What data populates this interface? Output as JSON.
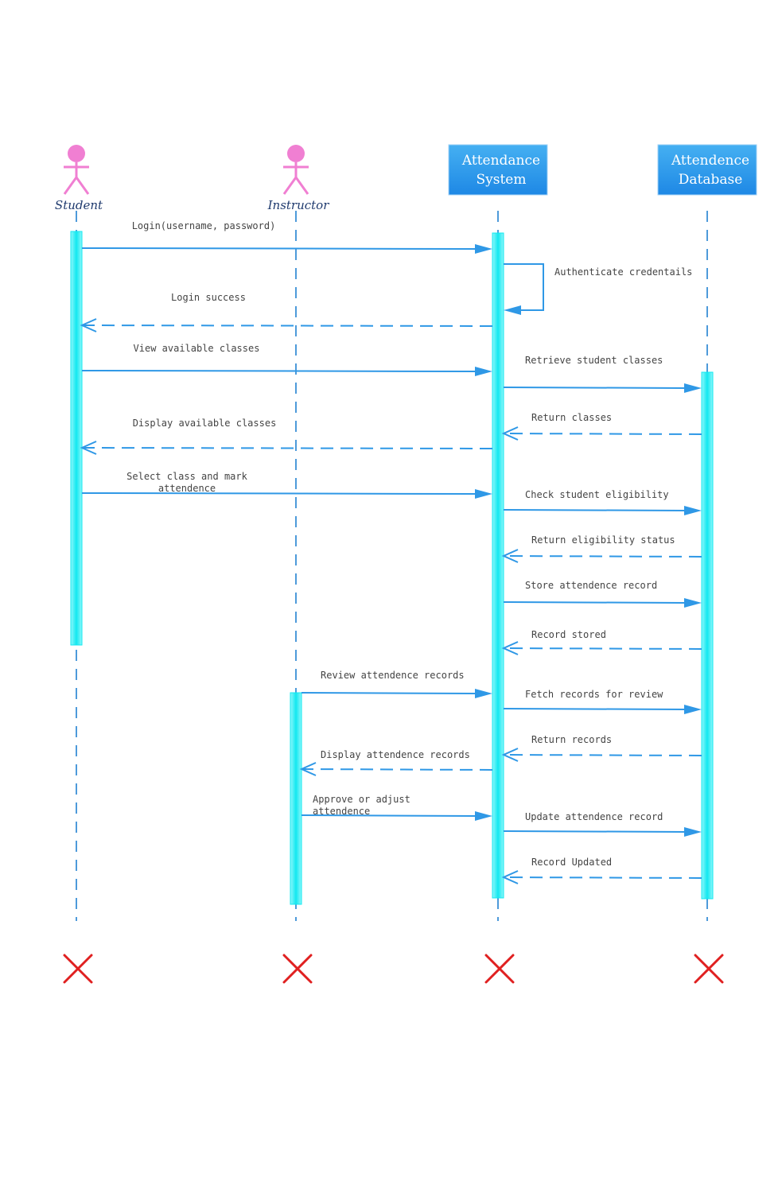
{
  "colors": {
    "arrow": "#2f98e6",
    "lifeline": "#3a8fd6",
    "activation": "#12e8f0",
    "actor": "#f07fd2",
    "box_top": "#45b0f2",
    "box_bottom": "#1e88e5",
    "box_text": "#ffffff",
    "actor_text": "#1f3a6e",
    "message_text": "#444444",
    "destroy": "#e02020"
  },
  "participants": [
    {
      "id": "student",
      "kind": "actor",
      "icon": "stick-figure-icon",
      "label": "Student"
    },
    {
      "id": "instructor",
      "kind": "actor",
      "icon": "stick-figure-icon",
      "label": "Instructor"
    },
    {
      "id": "system",
      "kind": "box",
      "lines": [
        "Attendance",
        "System"
      ]
    },
    {
      "id": "database",
      "kind": "box",
      "lines": [
        "Attendence",
        "Database"
      ]
    }
  ],
  "messages": [
    {
      "from": "student",
      "to": "system",
      "type": "call",
      "lines": [
        "Login(username, password)"
      ]
    },
    {
      "from": "system",
      "to": "system",
      "type": "self",
      "lines": [
        "Authenticate credentails"
      ]
    },
    {
      "from": "system",
      "to": "student",
      "type": "return",
      "lines": [
        "Login success"
      ]
    },
    {
      "from": "student",
      "to": "system",
      "type": "call",
      "lines": [
        "View available classes"
      ]
    },
    {
      "from": "system",
      "to": "database",
      "type": "call",
      "lines": [
        "Retrieve student classes"
      ]
    },
    {
      "from": "database",
      "to": "system",
      "type": "return",
      "lines": [
        "Return classes"
      ]
    },
    {
      "from": "system",
      "to": "student",
      "type": "return",
      "lines": [
        "Display available classes"
      ]
    },
    {
      "from": "student",
      "to": "system",
      "type": "call",
      "lines": [
        "Select class and mark",
        "attendence"
      ]
    },
    {
      "from": "system",
      "to": "database",
      "type": "call",
      "lines": [
        "Check student eligibility"
      ]
    },
    {
      "from": "database",
      "to": "system",
      "type": "return",
      "lines": [
        "Return eligibility status"
      ]
    },
    {
      "from": "system",
      "to": "database",
      "type": "call",
      "lines": [
        "Store attendence record"
      ]
    },
    {
      "from": "database",
      "to": "system",
      "type": "return",
      "lines": [
        "Record stored"
      ]
    },
    {
      "from": "instructor",
      "to": "system",
      "type": "call",
      "lines": [
        "Review attendence records"
      ]
    },
    {
      "from": "system",
      "to": "database",
      "type": "call",
      "lines": [
        "Fetch records for review"
      ]
    },
    {
      "from": "database",
      "to": "system",
      "type": "return",
      "lines": [
        "Return records"
      ]
    },
    {
      "from": "system",
      "to": "instructor",
      "type": "return",
      "lines": [
        "Display attendence records"
      ]
    },
    {
      "from": "instructor",
      "to": "system",
      "type": "call",
      "lines": [
        "Approve or adjust",
        "attendence"
      ]
    },
    {
      "from": "system",
      "to": "database",
      "type": "call",
      "lines": [
        "Update attendence record"
      ]
    },
    {
      "from": "database",
      "to": "system",
      "type": "return",
      "lines": [
        "Record Updated"
      ]
    }
  ],
  "destroy_icon": "destroy-x-icon"
}
